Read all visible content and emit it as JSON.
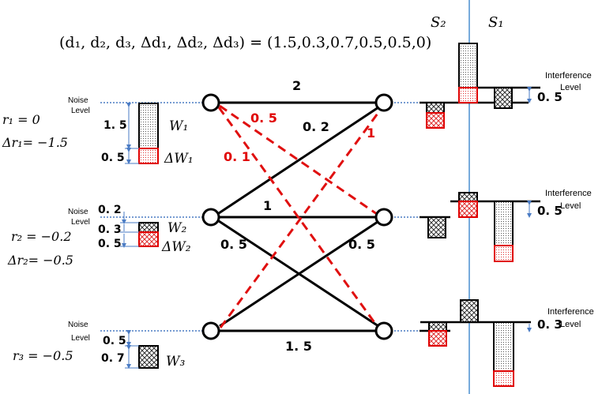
{
  "header": {
    "tuple": "(d₁, d₂, d₃, Δd₁, Δd₂, Δd₃) = (1.5,0.3,0.7,0.5,0.5,0)",
    "s2": "S₂",
    "s1": "S₁"
  },
  "left": {
    "r1": "r₁ = 0",
    "dr1": "Δr₁= −1.5",
    "r2": "r₂ = −0.2",
    "dr2": "Δr₂= −0.5",
    "r3": "r₃ = −0.5",
    "noise_line1": "Noise",
    "noise_line2": "Level",
    "w1": "W₁",
    "dw1": "ΔW₁",
    "w2": "W₂",
    "dw2": "ΔW₂",
    "w3": "W₃",
    "v1_w": "1. 5",
    "v1_dw": "0. 5",
    "v2_gap": "0. 2",
    "v2_w": "0. 3",
    "v2_dw": "0. 5",
    "v3_gap": "0. 5",
    "v3_w": "0. 7"
  },
  "graph": {
    "top_edge": "2",
    "mid_edge": "1",
    "bottom_edge": "1. 5",
    "black_upper": "0. 2",
    "black_left_low": "0. 5",
    "black_right_low": "0. 5",
    "red_05": "0. 5",
    "red_01": "0. 1",
    "red_1": "1"
  },
  "right": {
    "interference_line1": "Interference",
    "interference_line2": "Level",
    "i1": "0. 5",
    "i2": "0. 5",
    "i3": "0. 3"
  }
}
